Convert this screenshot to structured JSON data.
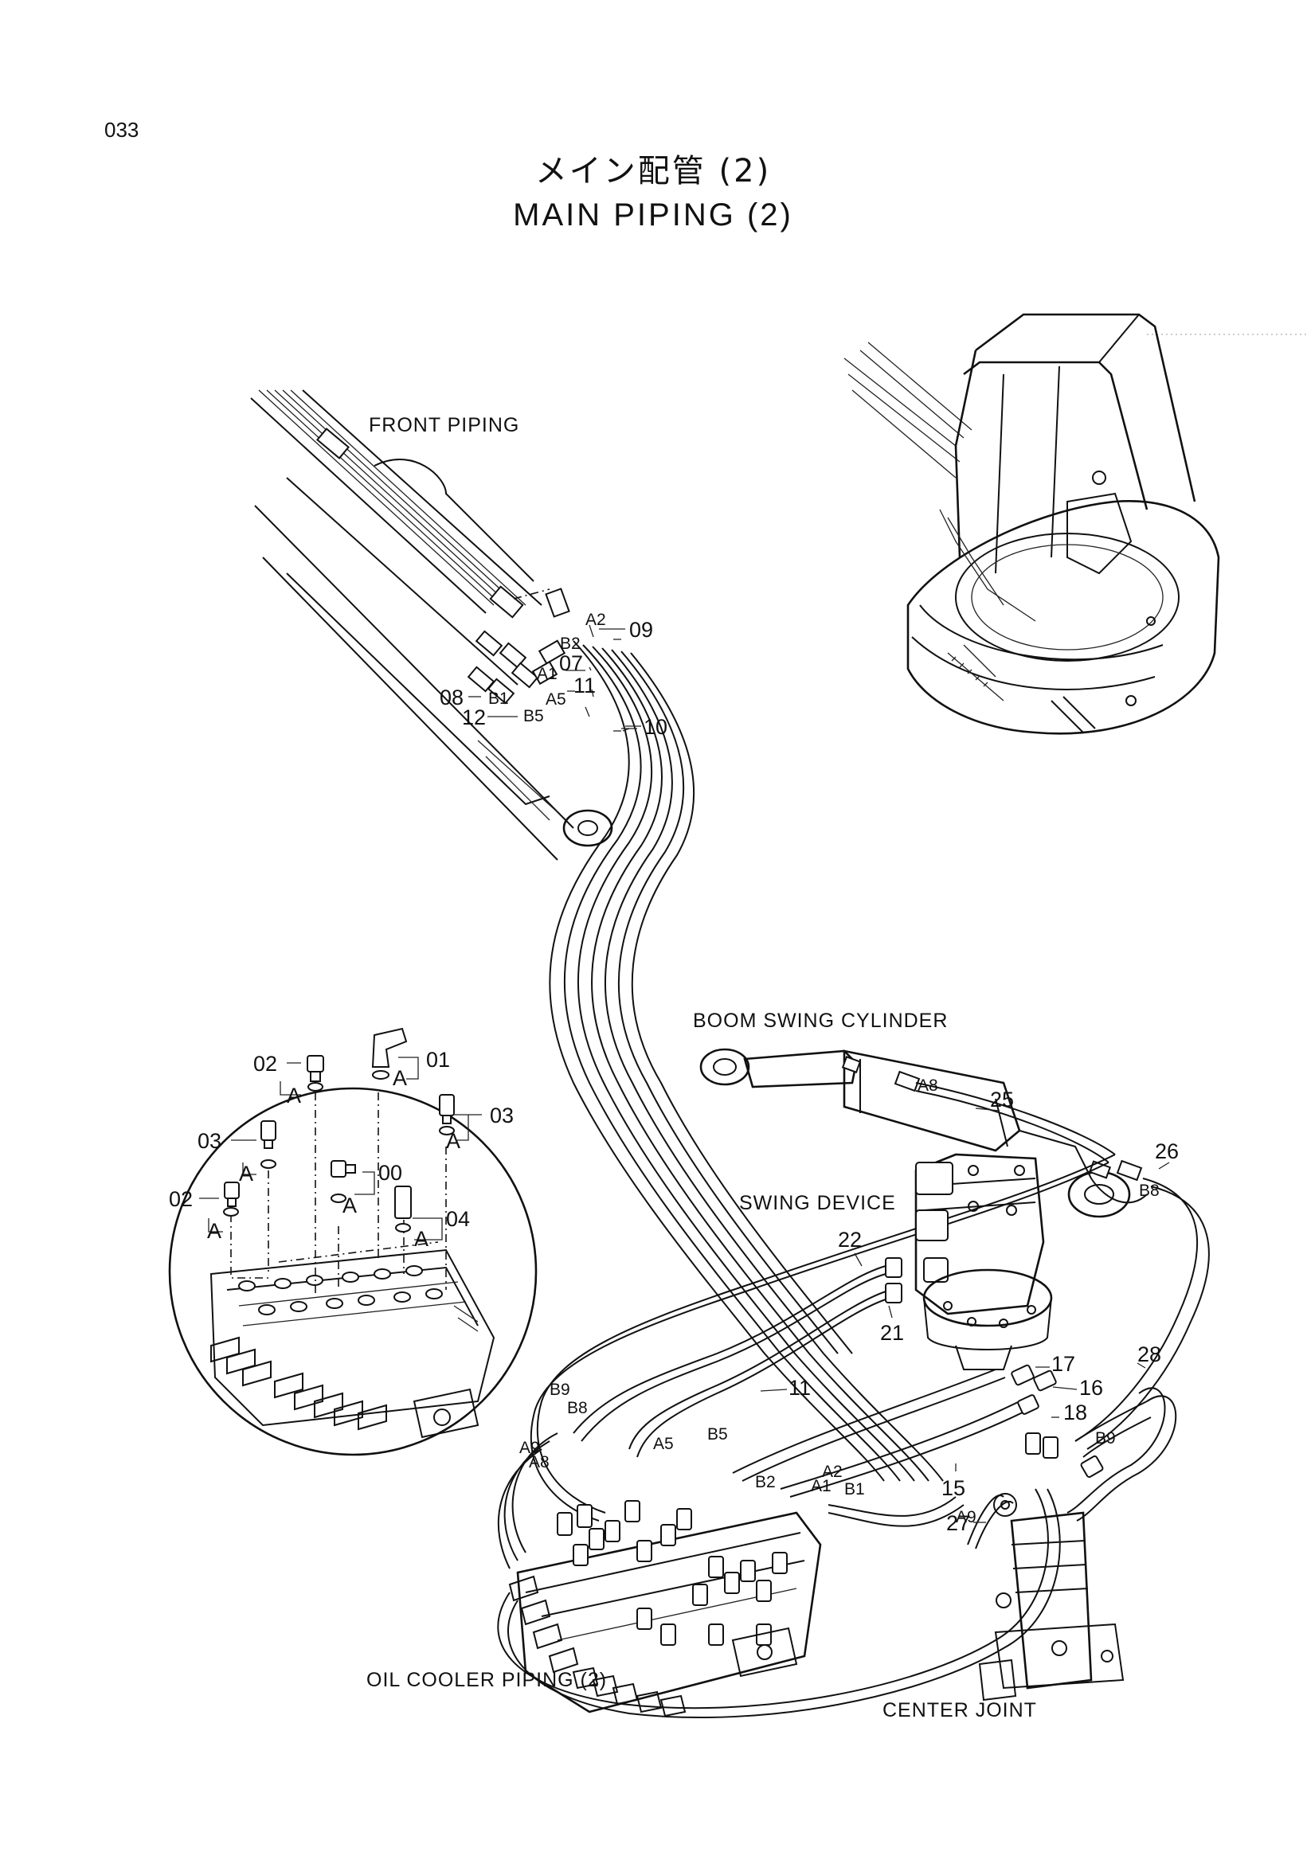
{
  "page_number": "033",
  "title_jp": "メイン配管 (2)",
  "title_en": "MAIN PIPING (2)",
  "captions": {
    "front_piping": "FRONT PIPING",
    "boom_swing_cylinder": "BOOM SWING CYLINDER",
    "swing_device": "SWING DEVICE",
    "oil_cooler_piping": "OIL COOLER PIPING (2)",
    "center_joint": "CENTER JOINT"
  },
  "part_numbers": {
    "p00": "00",
    "p01": "01",
    "p02a": "02",
    "p02b": "02",
    "p03a": "03",
    "p03b": "03",
    "p04": "04",
    "p07": "07",
    "p08": "08",
    "p09": "09",
    "p10": "10",
    "p11a": "11",
    "p11b": "11",
    "p12": "12",
    "p15": "15",
    "p16": "16",
    "p17": "17",
    "p18": "18",
    "p21": "21",
    "p22": "22",
    "p25": "25",
    "p26": "26",
    "p27": "27",
    "p28": "28"
  },
  "detail_marks": {
    "a1": "A",
    "a2": "A",
    "a3": "A",
    "a4": "A",
    "a5": "A",
    "a6": "A",
    "a7": "A"
  },
  "port_labels": {
    "a2_top": "A2",
    "b2_top": "B2",
    "a1_top": "A1",
    "a5_top": "A5",
    "b1_top": "B1",
    "b5_top": "B5",
    "a8_cyl": "A8",
    "b8_cyl": "B8",
    "b9_valve": "B9",
    "b8_valve": "B8",
    "a9_valve": "A9",
    "a8_valve": "A8",
    "a5_valve": "A5",
    "b5_valve": "B5",
    "a2_valve": "A2",
    "b2_valve": "B2",
    "a1_valve": "A1",
    "b1_valve": "B1",
    "b9_joint": "B9",
    "a9_joint": "A9"
  }
}
